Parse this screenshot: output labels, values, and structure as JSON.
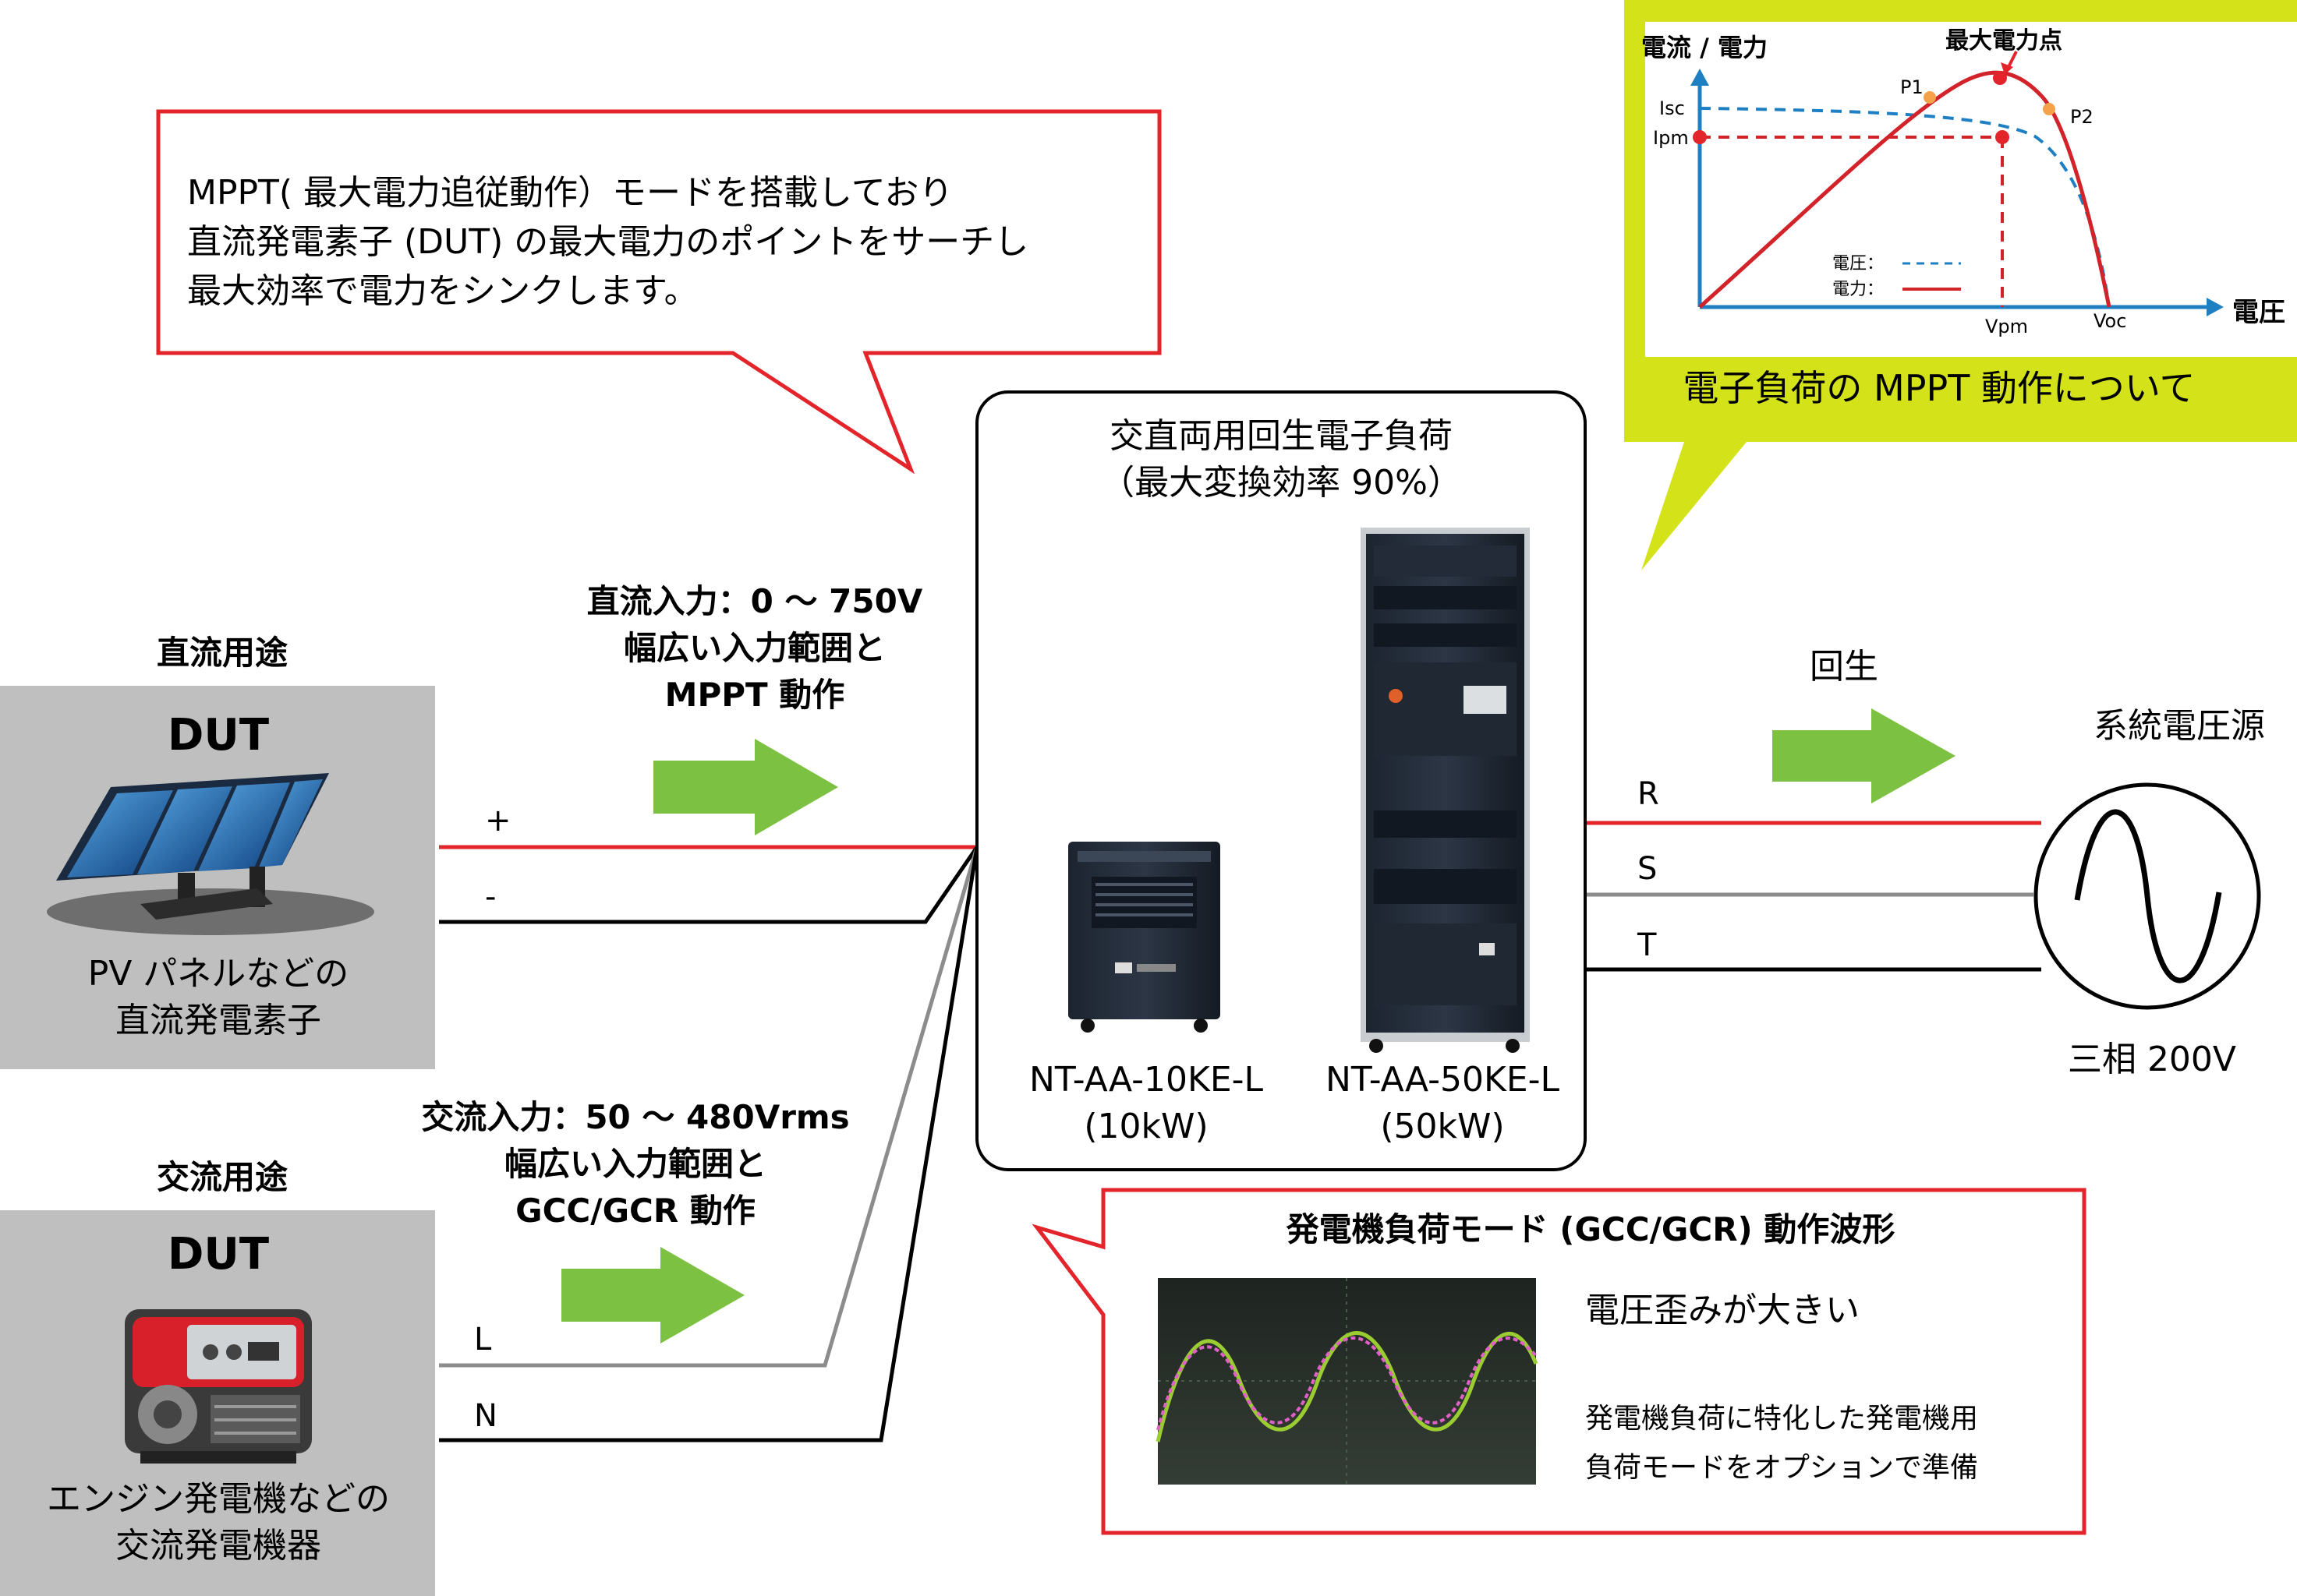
{
  "callout_mppt": {
    "lines": [
      "MPPT( 最大電力追従動作）モードを搭載しており",
      "直流発電素子 (DUT) の最大電力のポイントをサーチし",
      "最大効率で電力をシンクします。"
    ]
  },
  "dc_side": {
    "category_label": "直流用途",
    "dut_label": "DUT",
    "device_caption_lines": [
      "PV パネルなどの",
      "直流発電素子"
    ],
    "input_lines": [
      "直流入力：0 〜 750V",
      "幅広い入力範囲と",
      "MPPT 動作"
    ],
    "plus_label": "+",
    "minus_label": "-"
  },
  "ac_side": {
    "category_label": "交流用途",
    "dut_label": "DUT",
    "device_caption_lines": [
      "エンジン発電機などの",
      "交流発電機器"
    ],
    "input_lines": [
      "交流入力：50 〜 480Vrms",
      "幅広い入力範囲と",
      "GCC/GCR 動作"
    ],
    "l_label": "L",
    "n_label": "N"
  },
  "load_box": {
    "title_lines": [
      "交直両用回生電子負荷",
      "（最大変換効率 90%）"
    ],
    "models": [
      {
        "name": "NT-AA-10KE-L",
        "power": "(10kW)"
      },
      {
        "name": "NT-AA-50KE-L",
        "power": "(50kW)"
      }
    ]
  },
  "grid_side": {
    "regen_label": "回生",
    "source_label": "系統電圧源",
    "phases": [
      "R",
      "S",
      "T"
    ],
    "phase_caption": "三相 200V"
  },
  "mppt_graph": {
    "y_axis_label": "電流 / 電力",
    "x_axis_label": "電圧",
    "peak_label": "最大電力点",
    "point_labels": [
      "P1",
      "P2"
    ],
    "y_ticks": [
      "Isc",
      "Ipm"
    ],
    "x_ticks": [
      "Vpm",
      "Voc"
    ],
    "legend": [
      {
        "label": "電圧：",
        "style": "dashed",
        "color": "#1e7fc3"
      },
      {
        "label": "電力：",
        "style": "solid",
        "color": "#d2232a"
      }
    ],
    "caption": "電子負荷の MPPT 動作について"
  },
  "gcc_callout": {
    "title": "発電機負荷モード (GCC/GCR) 動作波形",
    "headline": "電圧歪みが大きい",
    "body_lines": [
      "発電機負荷に特化した発電機用",
      "負荷モードをオプションで準備"
    ]
  },
  "colors": {
    "callout_border": "#e3242b",
    "arrow_green": "#7cc142",
    "graph_bg": "#d4e21a",
    "dut_box_bg": "#bfbfbf",
    "plus_wire": "#e3242b",
    "ac_l_wire": "#8c8c8c"
  }
}
